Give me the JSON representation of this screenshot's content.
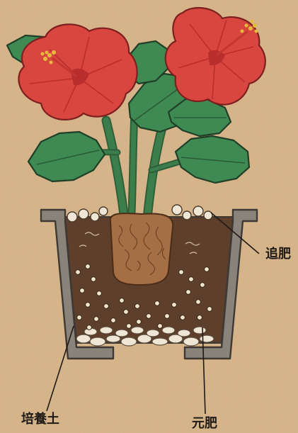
{
  "labels": {
    "top_dressing": "追肥",
    "potting_soil": "培養土",
    "base_fertilizer": "元肥"
  },
  "colors": {
    "background": "#d8b385",
    "pot_gray": "#7d776e",
    "pot_outline": "#4a4540",
    "soil_dark": "#5e3f2b",
    "root_ball": "#a46f45",
    "flower_red": "#d9463f",
    "flower_red_dark": "#b92e2c",
    "stamen_yellow": "#e7b93d",
    "leaf_green": "#3f8a52",
    "leaf_green_dark": "#2f6f40",
    "stem_green": "#3c7e4b",
    "pebble": "#efe6d5",
    "fertilizer_granule": "#f1e5cc"
  },
  "icons": {
    "flower": "hibiscus-flower-icon",
    "pot": "flower-pot-icon"
  }
}
